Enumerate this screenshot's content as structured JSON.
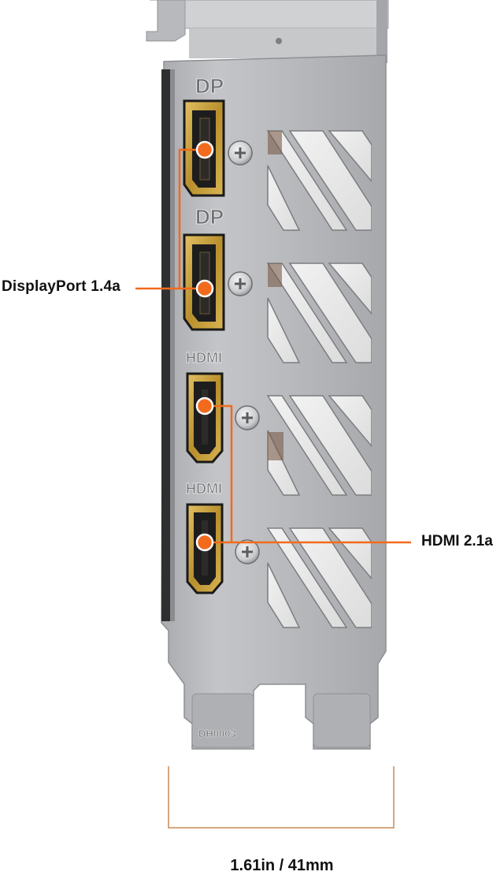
{
  "bracket": {
    "port_labels": [
      "DP",
      "DP",
      "HDMI",
      "HDMI"
    ],
    "stamp": "DH0003"
  },
  "callouts": {
    "displayport": "DisplayPort 1.4a",
    "hdmi": "HDMI 2.1a"
  },
  "dimension": {
    "width_label": "1.61in / 41mm"
  },
  "colors": {
    "accent": "#f26b1d",
    "metal": "#b4b6b9",
    "port_gold": "#c9a23a"
  },
  "icons": [
    "screw-icon",
    "vent-slot-icon"
  ]
}
